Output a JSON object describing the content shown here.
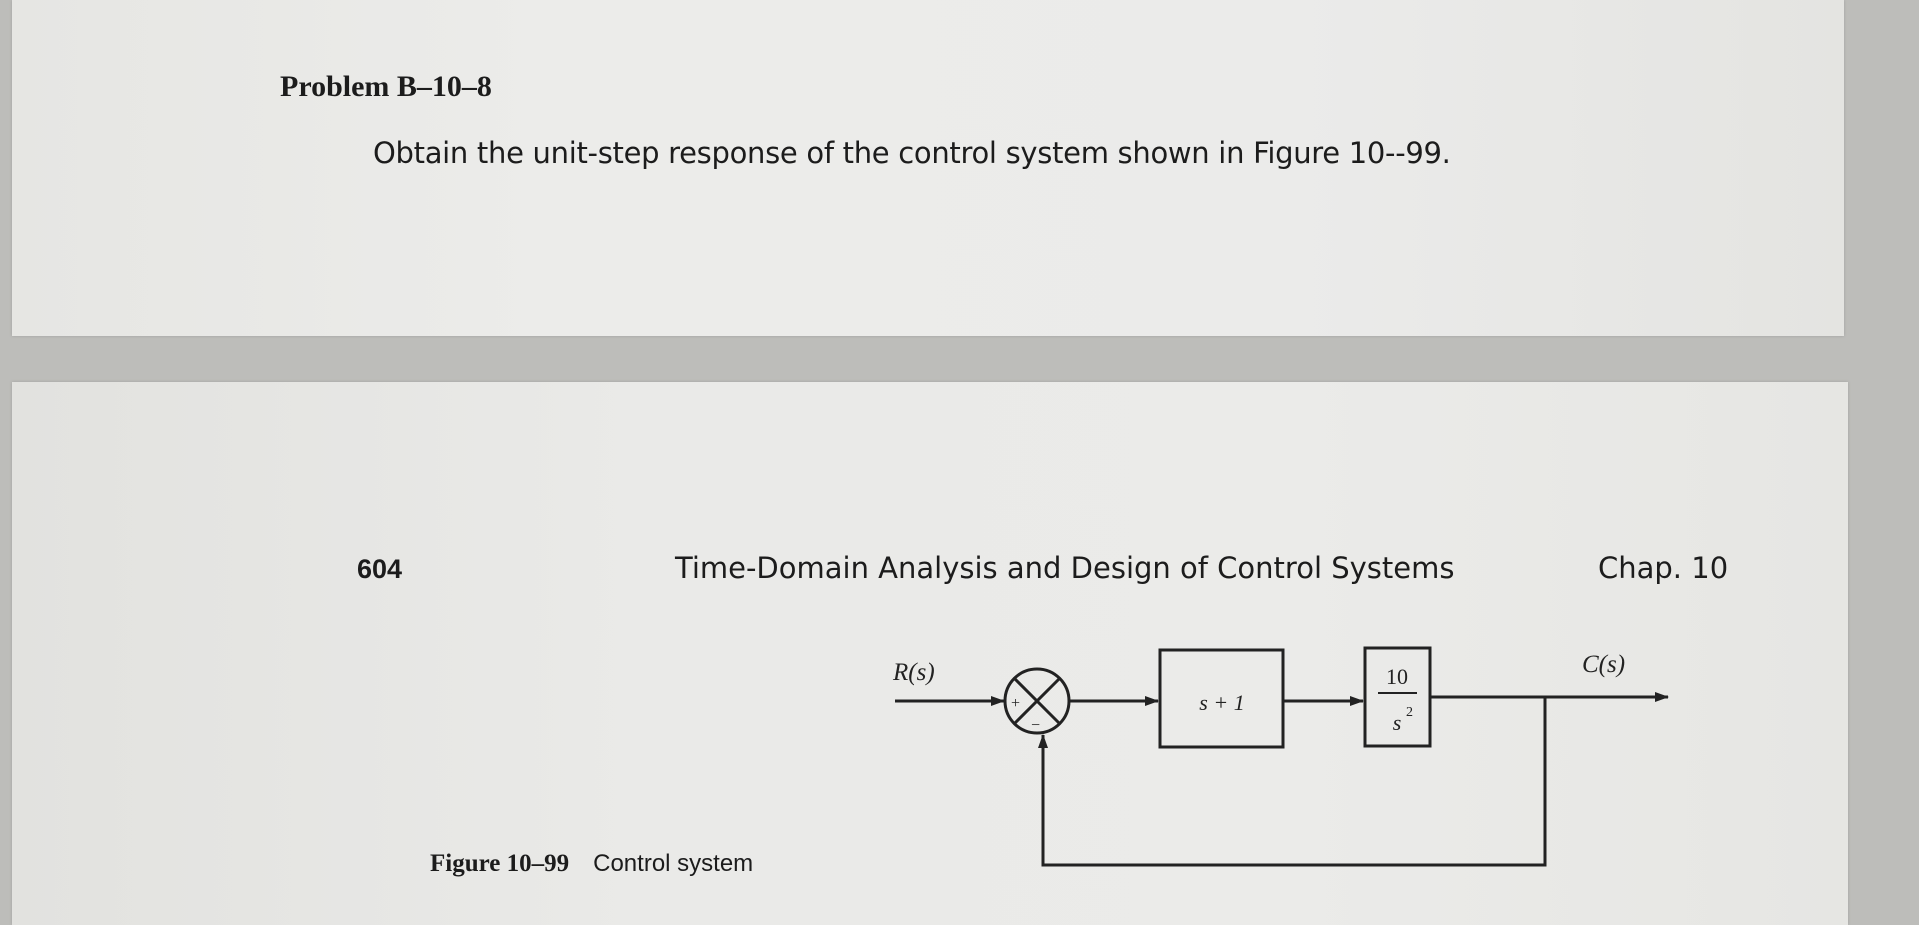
{
  "problem": {
    "title": "Problem B–10–8",
    "text": "Obtain the unit-step response of the control system shown in Figure 10--99."
  },
  "page_header": {
    "page_number": "604",
    "running_title": "Time-Domain Analysis and Design of Control Systems",
    "chapter": "Chap. 10"
  },
  "figure": {
    "number": "Figure 10–99",
    "title": "Control system"
  },
  "diagram": {
    "input_label": "R(s)",
    "output_label": "C(s)",
    "summing_plus": "+",
    "summing_minus": "−",
    "block1": "s + 1",
    "block2_numerator": "10",
    "block2_denominator_base": "s",
    "block2_denominator_exp": "2"
  }
}
